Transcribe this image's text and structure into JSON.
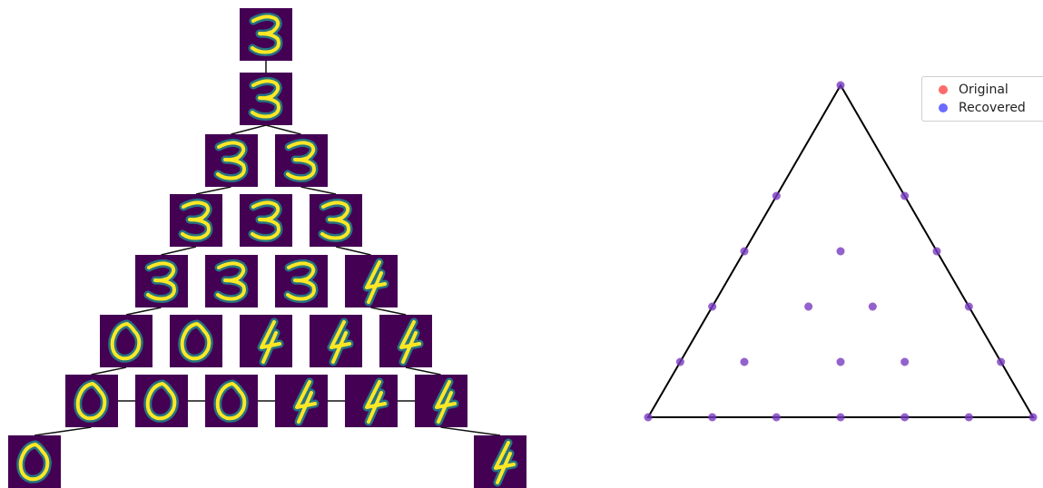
{
  "chart_data": [
    {
      "type": "image-grid",
      "description_rows": [
        [
          "3"
        ],
        [
          "3"
        ],
        [
          "3",
          "3"
        ],
        [
          "3",
          "3",
          "3"
        ],
        [
          "3",
          "3",
          "3",
          "4"
        ],
        [
          "0",
          "0",
          "4",
          "4",
          "4"
        ],
        [
          "0",
          "0",
          "0",
          "4",
          "4",
          "4"
        ],
        [
          "0",
          "4"
        ]
      ],
      "cell_color": "#440154",
      "stroke_color": "#fde725",
      "glow_color": "#21918c"
    },
    {
      "type": "scatter",
      "xlim": [
        0,
        6
      ],
      "ylim": [
        0,
        5.196
      ],
      "triangle": [
        [
          0,
          0
        ],
        [
          6,
          0
        ],
        [
          3,
          5.196
        ]
      ],
      "series": [
        {
          "name": "Original",
          "color": "#ff3b3b",
          "points": [
            [
              0,
              0
            ],
            [
              1,
              0
            ],
            [
              2,
              0
            ],
            [
              3,
              0
            ],
            [
              4,
              0
            ],
            [
              5,
              0
            ],
            [
              6,
              0
            ],
            [
              0.5,
              0.866
            ],
            [
              1.5,
              0.866
            ],
            [
              3,
              0.866
            ],
            [
              4,
              0.866
            ],
            [
              5.5,
              0.866
            ],
            [
              1,
              1.732
            ],
            [
              2.5,
              1.732
            ],
            [
              3.5,
              1.732
            ],
            [
              5,
              1.732
            ],
            [
              1.5,
              2.598
            ],
            [
              3,
              2.598
            ],
            [
              4.5,
              2.598
            ],
            [
              2,
              3.464
            ],
            [
              4,
              3.464
            ],
            [
              3,
              5.196
            ]
          ]
        },
        {
          "name": "Recovered",
          "color": "#3b3bff",
          "points": [
            [
              0,
              0
            ],
            [
              1,
              0
            ],
            [
              2,
              0
            ],
            [
              3,
              0
            ],
            [
              4,
              0
            ],
            [
              5,
              0
            ],
            [
              6,
              0
            ],
            [
              0.5,
              0.866
            ],
            [
              1.5,
              0.866
            ],
            [
              3,
              0.866
            ],
            [
              4,
              0.866
            ],
            [
              5.5,
              0.866
            ],
            [
              1,
              1.732
            ],
            [
              2.5,
              1.732
            ],
            [
              3.5,
              1.732
            ],
            [
              5,
              1.732
            ],
            [
              1.5,
              2.598
            ],
            [
              3,
              2.598
            ],
            [
              4.5,
              2.598
            ],
            [
              2,
              3.464
            ],
            [
              4,
              3.464
            ],
            [
              3,
              5.196
            ]
          ]
        }
      ],
      "legend": {
        "position": "top-right",
        "entries": [
          "Original",
          "Recovered"
        ]
      },
      "grid": false
    }
  ],
  "legend": {
    "original": "Original",
    "recovered": "Recovered"
  }
}
